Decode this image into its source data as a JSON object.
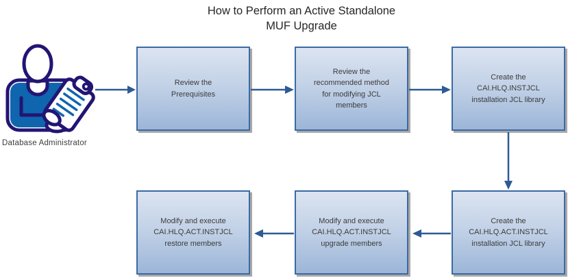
{
  "title": {
    "line1": "How to Perform an Active Standalone",
    "line2": "MUF Upgrade"
  },
  "actor": {
    "label": "Database Administrator",
    "icon": "database-administrator-clipboard-icon"
  },
  "flow": {
    "steps": [
      {
        "id": "step-1",
        "label": "Review the\nPrerequisites"
      },
      {
        "id": "step-2",
        "label": "Review the\nrecommended method\nfor modifying JCL\nmembers"
      },
      {
        "id": "step-3",
        "label": "Create the\nCAI.HLQ.INSTJCL\ninstallation JCL library"
      },
      {
        "id": "step-4",
        "label": "Create the\nCAI.HLQ.ACT.INSTJCL\ninstallation JCL library"
      },
      {
        "id": "step-5",
        "label": "Modify and execute\nCAI.HLQ.ACT.INSTJCL\nupgrade members"
      },
      {
        "id": "step-6",
        "label": "Modify and execute\nCAI.HLQ.ACT.INSTJCL\nrestore members"
      }
    ],
    "connections": [
      {
        "from": "actor",
        "to": "step-1",
        "direction": "right"
      },
      {
        "from": "step-1",
        "to": "step-2",
        "direction": "right"
      },
      {
        "from": "step-2",
        "to": "step-3",
        "direction": "right"
      },
      {
        "from": "step-3",
        "to": "step-4",
        "direction": "down"
      },
      {
        "from": "step-4",
        "to": "step-5",
        "direction": "left"
      },
      {
        "from": "step-5",
        "to": "step-6",
        "direction": "left"
      }
    ]
  },
  "colors": {
    "box_fill_top": "#dbe4f1",
    "box_fill_bottom": "#9cb6d8",
    "box_border": "#3a69a4",
    "box_shadow": "#a8a8a8",
    "arrow": "#2e5a96",
    "icon_outline": "#221573",
    "icon_blue": "#0f65ae",
    "title_text": "#262626",
    "box_text": "#3b3b3b"
  }
}
